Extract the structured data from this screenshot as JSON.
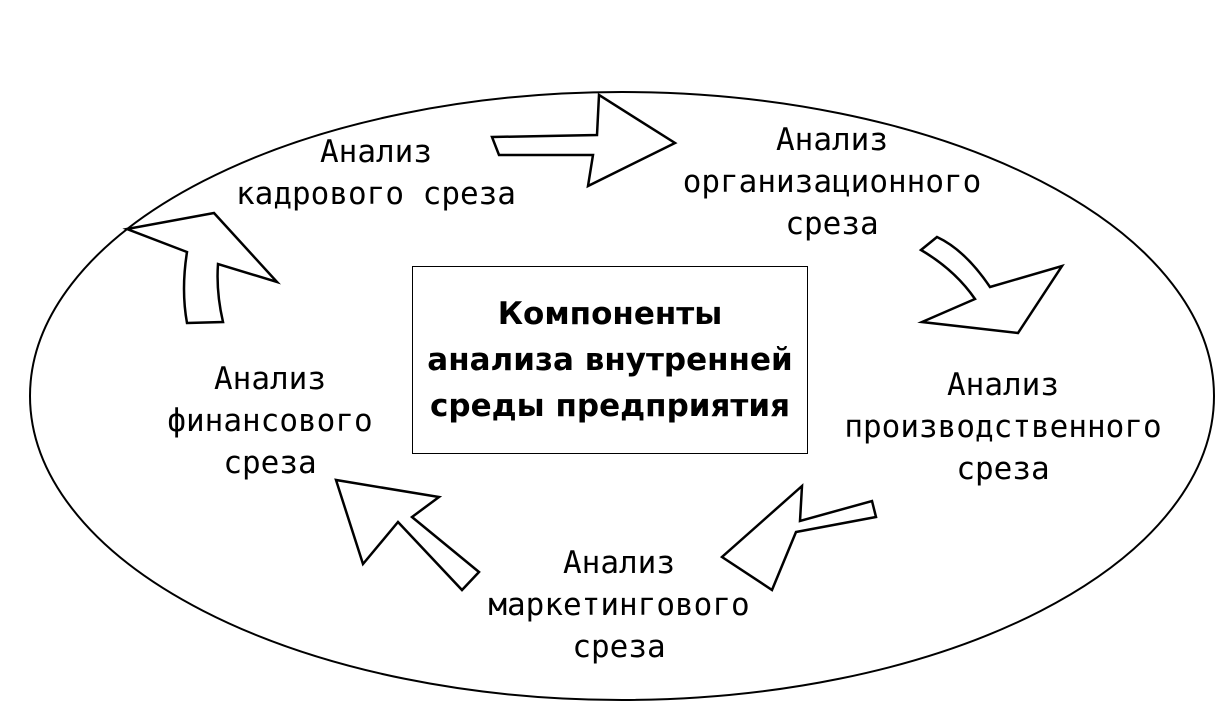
{
  "diagram": {
    "center": {
      "lines": [
        "Компоненты",
        "анализа внутренней",
        "среды предприятия"
      ]
    },
    "nodes": [
      {
        "id": "personnel",
        "lines": [
          "Анализ",
          "кадрового среза"
        ]
      },
      {
        "id": "organizational",
        "lines": [
          "Анализ",
          "организационного",
          "среза"
        ]
      },
      {
        "id": "production",
        "lines": [
          "Анализ",
          "производственного",
          "среза"
        ]
      },
      {
        "id": "marketing",
        "lines": [
          "Анализ",
          "маркетингового",
          "среза"
        ]
      },
      {
        "id": "financial",
        "lines": [
          "Анализ",
          "финансового",
          "среза"
        ]
      }
    ],
    "cycle": [
      {
        "from": "personnel",
        "to": "organizational"
      },
      {
        "from": "organizational",
        "to": "production"
      },
      {
        "from": "production",
        "to": "marketing"
      },
      {
        "from": "marketing",
        "to": "financial"
      },
      {
        "from": "financial",
        "to": "personnel"
      }
    ],
    "colors": {
      "ink": "#000000",
      "paper": "#ffffff"
    }
  }
}
